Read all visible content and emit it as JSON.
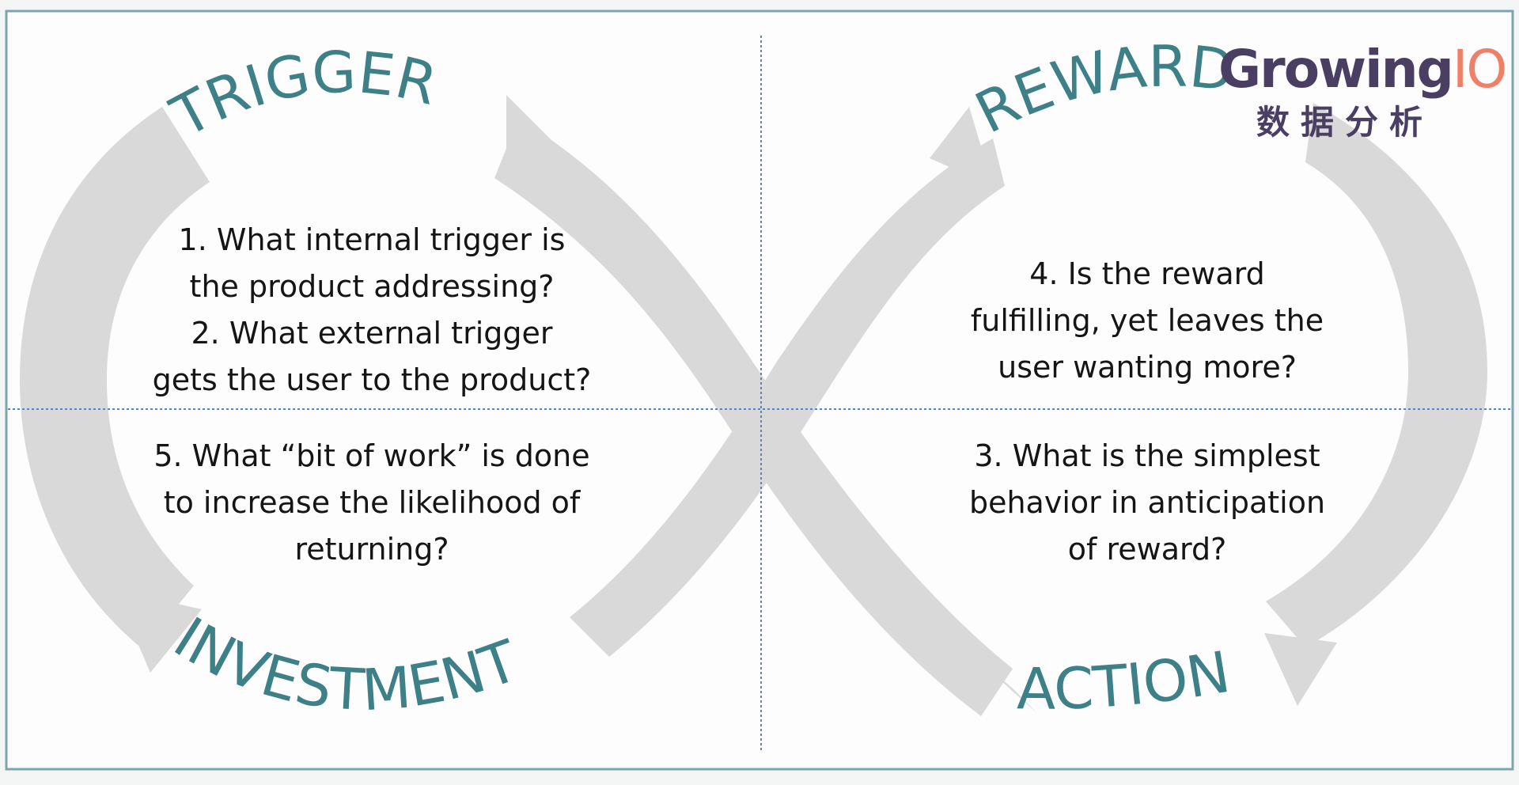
{
  "stages": {
    "trigger": "TRIGGER",
    "reward": "REWARD",
    "action": "ACTION",
    "investment": "INVESTMENT"
  },
  "questions": {
    "trigger": [
      "1. What internal trigger is",
      "the product addressing?",
      "2. What external trigger",
      "gets the user to the product?"
    ],
    "reward": [
      "4. Is the reward",
      "fulfilling, yet leaves the",
      "user wanting more?"
    ],
    "investment": [
      "5. What “bit of work” is done",
      "to increase the likelihood of",
      "returning?"
    ],
    "action": [
      "3. What is the simplest",
      "behavior in anticipation",
      "of reward?"
    ]
  },
  "logo": {
    "word": "Growing",
    "word_accent": "IO",
    "subtitle": "数据分析"
  },
  "colors": {
    "arrow": "#d9d9d9",
    "stage_text": "#3e8087",
    "guide": "#5b83c1",
    "frame": "#7ea6b0",
    "question_text": "#151515",
    "logo_primary": "#4a3f63",
    "logo_accent": "#f07f68"
  }
}
